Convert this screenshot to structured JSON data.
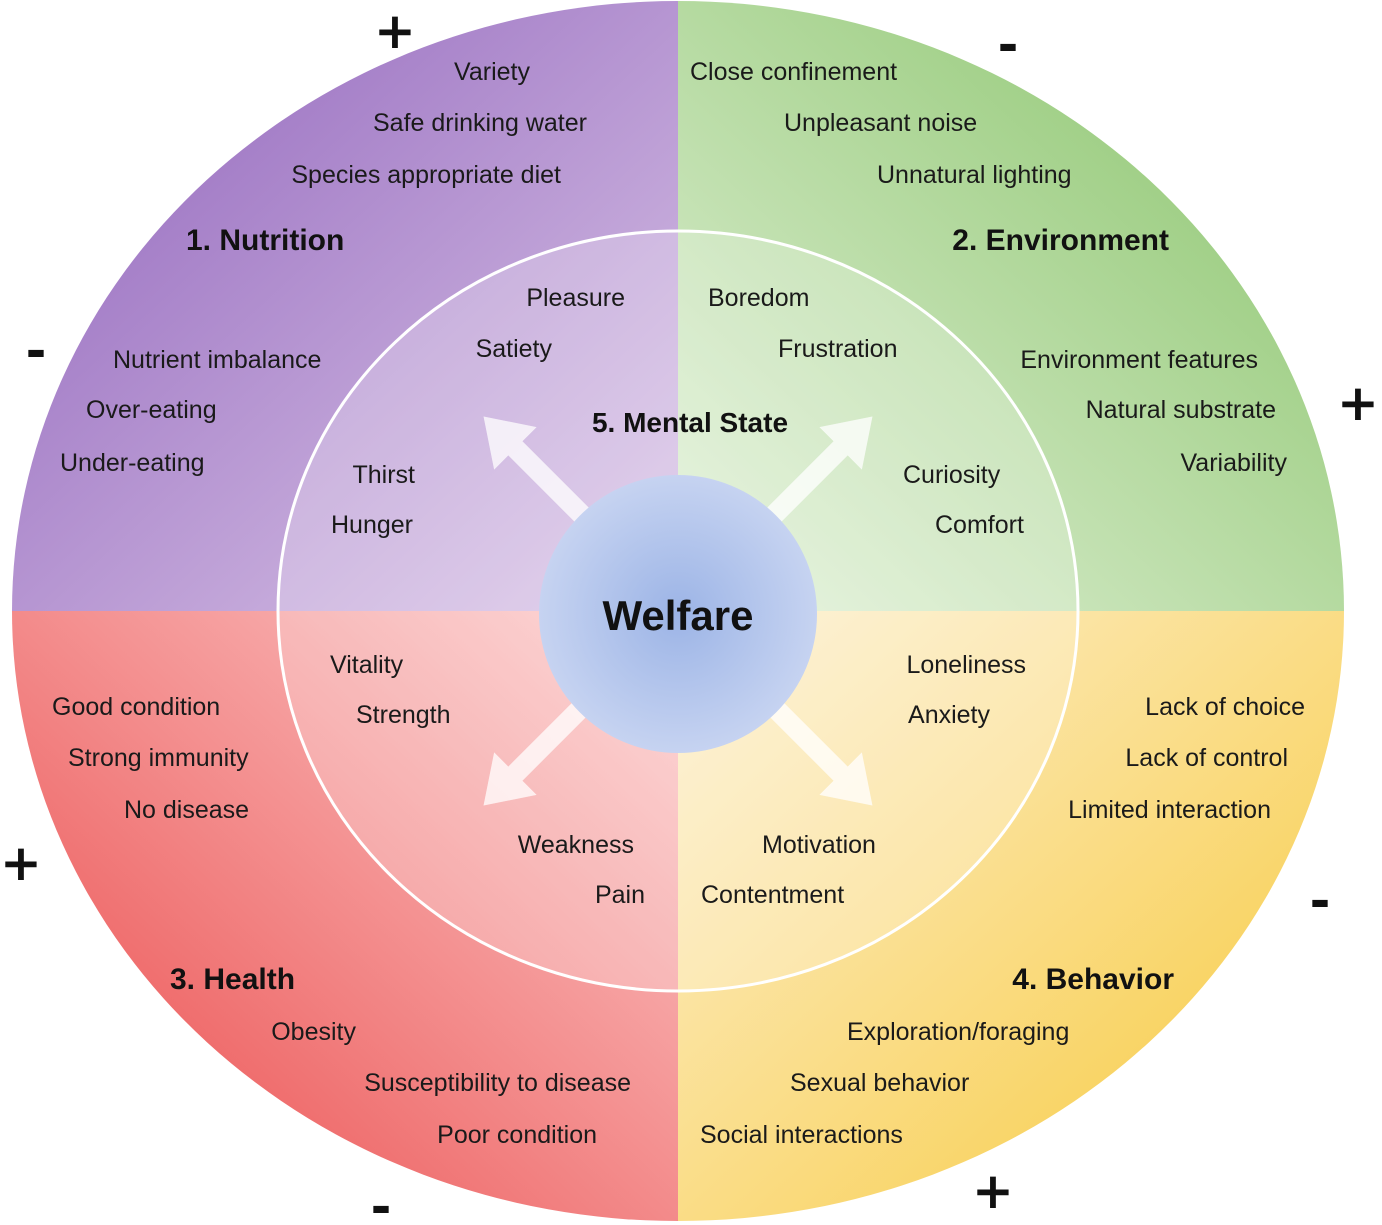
{
  "center_label": "Welfare",
  "mental_state": {
    "title": "5. Mental State",
    "items": [
      "Pleasure",
      "Satiety",
      "Boredom",
      "Frustration",
      "Thirst",
      "Hunger",
      "Curiosity",
      "Comfort",
      "Vitality",
      "Strength",
      "Loneliness",
      "Anxiety",
      "Weakness",
      "Pain",
      "Motivation",
      "Contentment"
    ]
  },
  "quadrants": [
    {
      "title": "1. Nutrition",
      "color": "#9a72c0",
      "positive_sign": "+",
      "negative_sign": "-",
      "positive": [
        "Variety",
        "Safe drinking water",
        "Species appropriate diet"
      ],
      "negative": [
        "Nutrient imbalance",
        "Over-eating",
        "Under-eating"
      ]
    },
    {
      "title": "2. Environment",
      "color": "#95c878",
      "positive_sign": "+",
      "negative_sign": "-",
      "negative": [
        "Close confinement",
        "Unpleasant noise",
        "Unnatural lighting"
      ],
      "positive": [
        "Environment features",
        "Natural substrate",
        "Variability"
      ]
    },
    {
      "title": "3. Health",
      "color": "#ee5a5a",
      "positive_sign": "+",
      "negative_sign": "-",
      "positive": [
        "Good condition",
        "Strong immunity",
        "No disease"
      ],
      "negative": [
        "Obesity",
        "Susceptibility to disease",
        "Poor condition"
      ]
    },
    {
      "title": "4. Behavior",
      "color": "#f8cc4c",
      "positive_sign": "+",
      "negative_sign": "-",
      "negative": [
        "Lack of choice",
        "Lack of control",
        "Limited interaction"
      ],
      "positive": [
        "Exploration/foraging",
        "Sexual behavior",
        "Social interactions"
      ]
    }
  ]
}
